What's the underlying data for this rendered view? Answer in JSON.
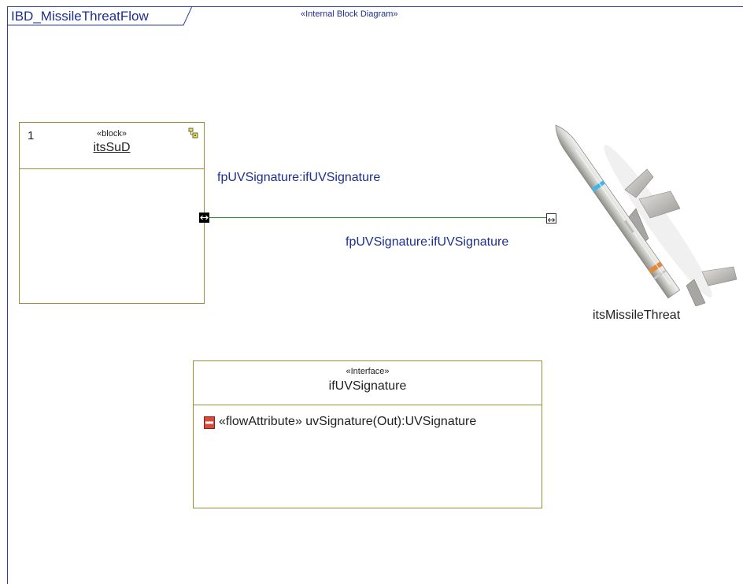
{
  "diagram": {
    "frame_title": "IBD_MissileThreatFlow",
    "stereotype": "«Internal Block Diagram»"
  },
  "block": {
    "multiplicity": "1",
    "stereotype": "«block»",
    "name": "itsSuD",
    "icon": "part-icon"
  },
  "connector": {
    "source_port_label": "fpUVSignature:ifUVSignature",
    "target_port_label": "fpUVSignature:ifUVSignature",
    "color": "#2e8b2e"
  },
  "missile": {
    "name": "itsMissileThreat",
    "icon": "missile-image"
  },
  "interface": {
    "stereotype": "«Interface»",
    "name": "ifUVSignature",
    "attributes": [
      {
        "icon": "flow-attribute-icon",
        "text": "«flowAttribute» uvSignature(Out):UVSignature"
      }
    ]
  },
  "colors": {
    "frame": "#2b3fa8",
    "block_border": "#9b8b3b",
    "label_text": "#1d2f8e"
  }
}
